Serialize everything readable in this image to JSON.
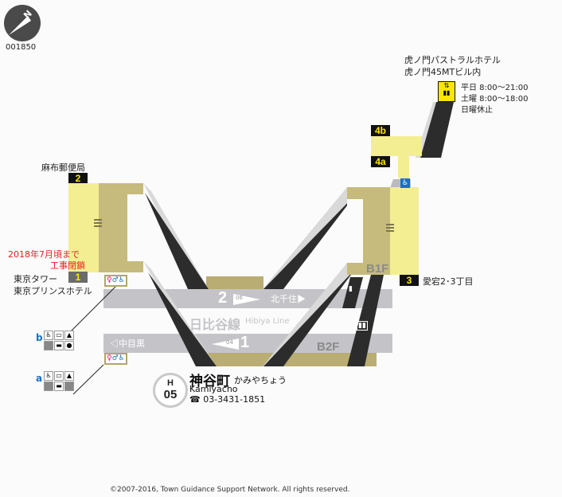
{
  "map_id": "001850",
  "station": {
    "line_code": "H",
    "number": "05",
    "name_ja": "神谷町",
    "name_kana": "かみやちょう",
    "name_en": "Kamiyacho",
    "phone_icon": "☎",
    "phone": "03-3431-1851"
  },
  "line": {
    "name_ja": "日比谷線",
    "name_en": "Hibiya Line"
  },
  "tracks": [
    {
      "number": "2",
      "station_code": "06",
      "direction": "北千住▶"
    },
    {
      "number": "1",
      "station_code": "04",
      "direction": "◁中目黒"
    }
  ],
  "floors": {
    "b1": "B1F",
    "b2": "B2F"
  },
  "exits": [
    {
      "id": "2",
      "label": "麻布郵便局"
    },
    {
      "id": "1",
      "label_lines": [
        "東京タワー",
        "東京プリンスホテル"
      ],
      "notice_lines": [
        "2018年7月頃まで",
        "工事閉鎖"
      ]
    },
    {
      "id": "3",
      "label": "愛宕2･3丁目"
    },
    {
      "id": "4a",
      "label": ""
    },
    {
      "id": "4b",
      "label": ""
    }
  ],
  "hotel": {
    "lines": [
      "虎ノ門パストラルホテル",
      "虎ノ門45MTビル内"
    ],
    "hours": [
      "平日 8:00～21:00",
      "土曜 8:00～18:00",
      "日曜休止"
    ]
  },
  "facilities": [
    {
      "id": "b",
      "icons": [
        "wheelchair",
        "wheelchair-accessible-car",
        "toilet-ostomate",
        "blank",
        "baby-bed",
        "baby-chair"
      ]
    },
    {
      "id": "a",
      "icons": [
        "wheelchair",
        "wheelchair-accessible-car",
        "toilet-ostomate",
        "blank",
        "baby-bed",
        "blank"
      ]
    }
  ],
  "toilet_icons": "🚺🚹♿",
  "copyright": "©2007-2016, Town Guidance Support Network. All rights reserved."
}
